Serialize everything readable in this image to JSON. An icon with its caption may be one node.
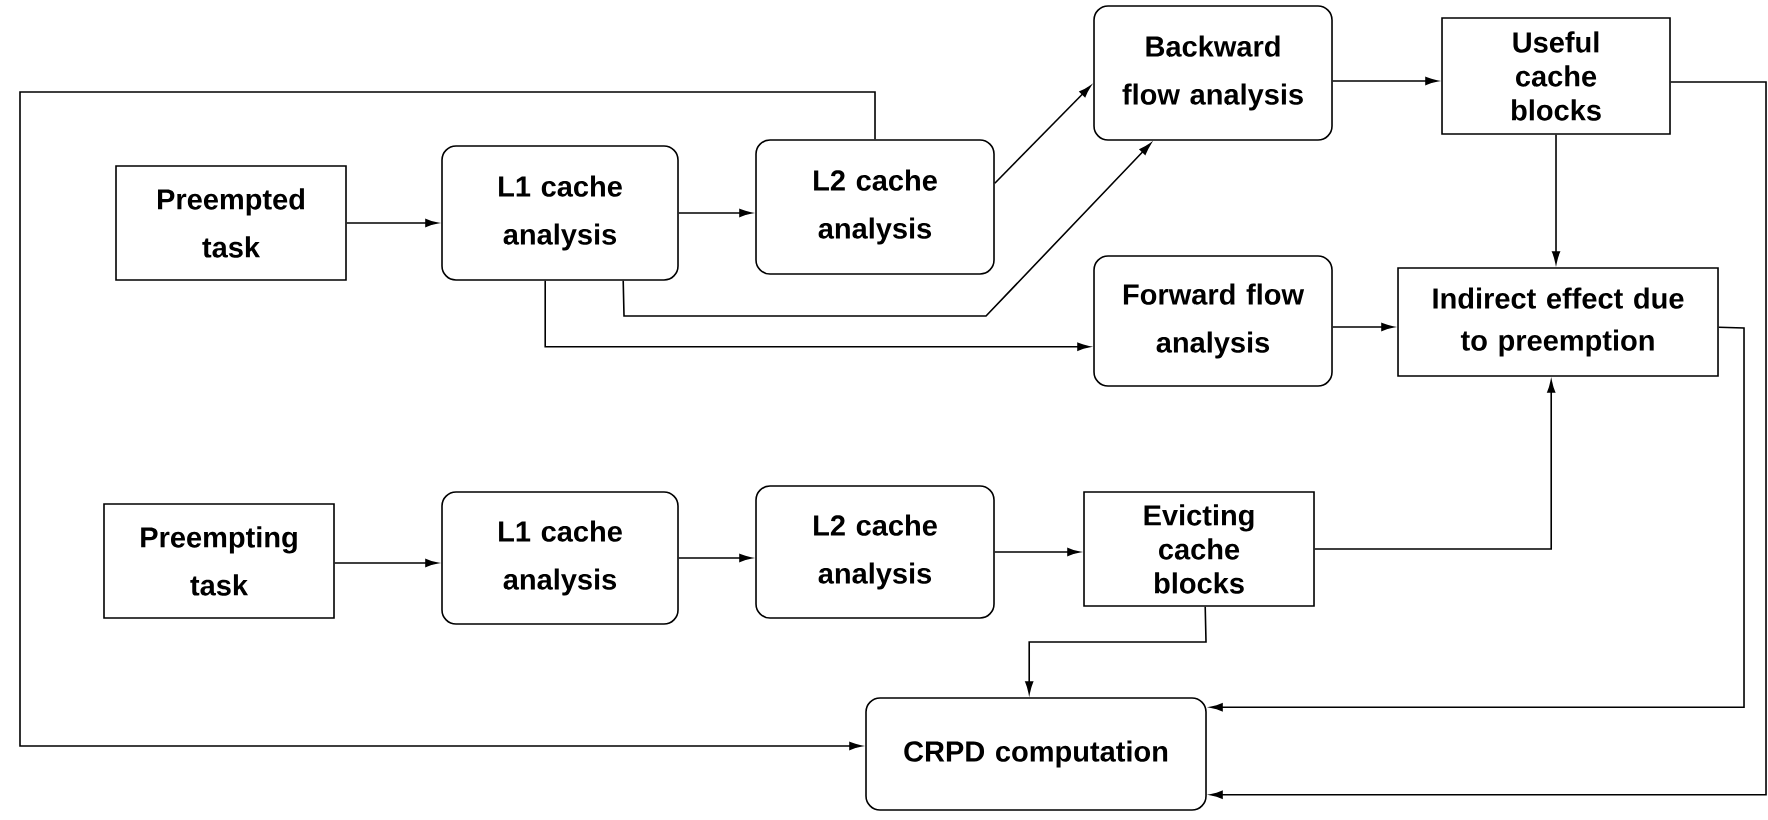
{
  "diagram": {
    "nodes": [
      {
        "text": [
          "Preempted task"
        ]
      },
      {
        "text": [
          "L1 cache analysis"
        ]
      },
      {
        "text": [
          "L2 cache analysis"
        ]
      },
      {
        "text": [
          "Backward flow analysis"
        ]
      },
      {
        "text": [
          "Useful cache blocks"
        ]
      },
      {
        "text": [
          "Forward flow analysis"
        ]
      },
      {
        "text": [
          "Indirect effect due to preemption"
        ]
      },
      {
        "text": [
          "Preempting task"
        ]
      },
      {
        "text": [
          "L1 cache analysis"
        ]
      },
      {
        "text": [
          "L2 cache analysis"
        ]
      },
      {
        "text": [
          "Evicting cache blocks"
        ]
      },
      {
        "text": [
          "CRPD computation"
        ]
      }
    ],
    "edges": [
      {
        "from": 0,
        "to": 1,
        "arrow": "to"
      },
      {
        "from": 1,
        "to": 2,
        "arrow": "to"
      },
      {
        "from": 2,
        "to": 3,
        "arrow": "to"
      },
      {
        "from": 1,
        "to": 3,
        "arrow": "to"
      },
      {
        "from": 1,
        "to": 5,
        "arrow": "to"
      },
      {
        "from": 3,
        "to": 4,
        "arrow": "to"
      },
      {
        "from": 4,
        "to": 6,
        "arrow": "to"
      },
      {
        "from": 5,
        "to": 6,
        "arrow": "to"
      },
      {
        "from": 7,
        "to": 8,
        "arrow": "to"
      },
      {
        "from": 8,
        "to": 9,
        "arrow": "to"
      },
      {
        "from": 9,
        "to": 10,
        "arrow": "to"
      },
      {
        "from": 10,
        "to": 6,
        "arrow": "to"
      },
      {
        "from": 10,
        "to": 11,
        "arrow": "to"
      },
      {
        "from": 6,
        "to": 11,
        "arrow": "to"
      },
      {
        "from": 4,
        "to": 11,
        "arrow": "to"
      },
      {
        "from": 2,
        "to": 11,
        "arrow": "to"
      }
    ]
  }
}
